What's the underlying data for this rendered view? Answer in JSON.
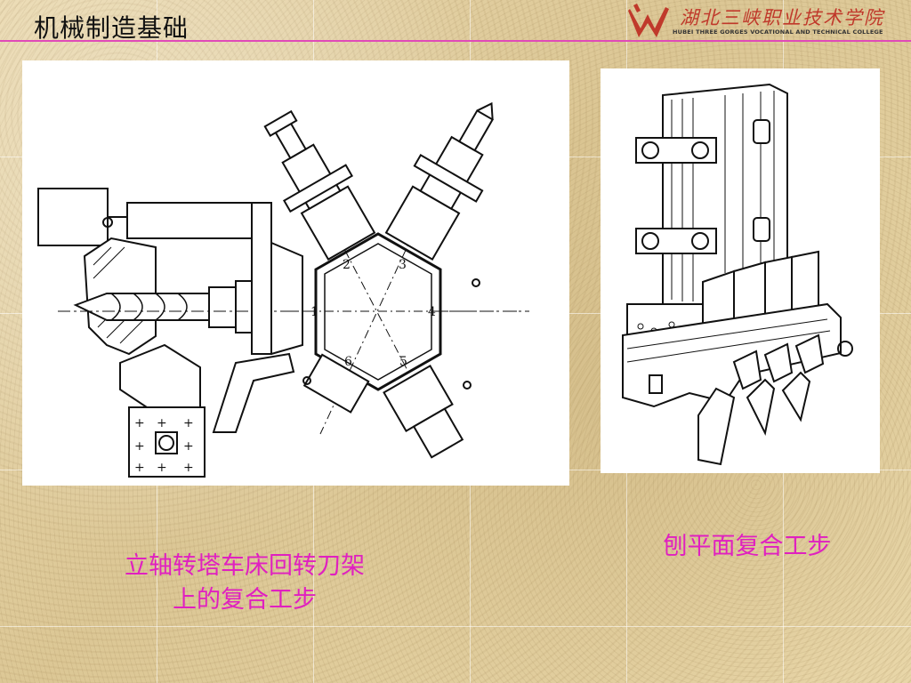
{
  "header": {
    "title": "机械制造基础",
    "logo": {
      "name_cn": "湖北三峡职业技术学院",
      "name_en": "HUBEI THREE GORGES VOCATIONAL AND TECHNICAL COLLEGE",
      "mark_color": "#c0392b"
    },
    "rule_color": "#e04ab8"
  },
  "figures": {
    "left": {
      "station_labels": [
        "1",
        "2",
        "3",
        "4",
        "5",
        "6"
      ]
    }
  },
  "captions": {
    "left_line1": "立轴转塔车床回转刀架",
    "left_line2": "上的复合工步",
    "right": "刨平面复合工步",
    "color": "#e020c0"
  }
}
